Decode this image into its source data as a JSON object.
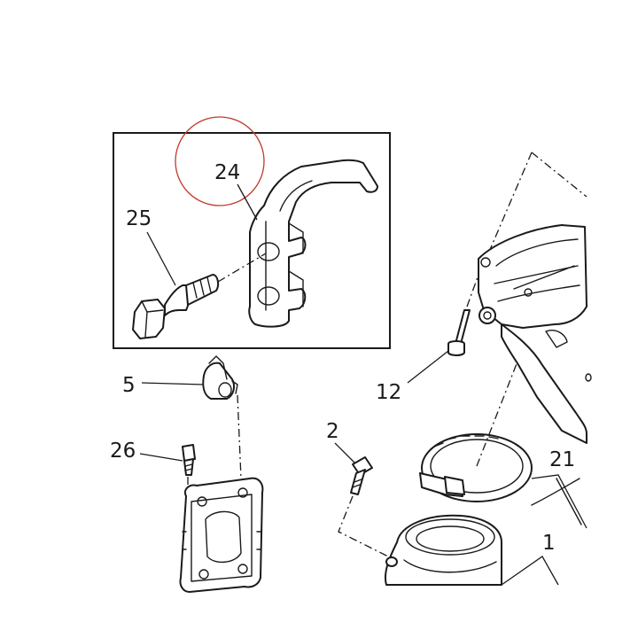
{
  "callouts": {
    "c24": "24",
    "c25": "25",
    "c5": "5",
    "c26": "26",
    "c12": "12",
    "c2": "2",
    "c21": "21",
    "c1": "1"
  },
  "colors": {
    "line": "#1a1a1a",
    "highlight_circle": "#c0392b",
    "background": "#ffffff"
  }
}
